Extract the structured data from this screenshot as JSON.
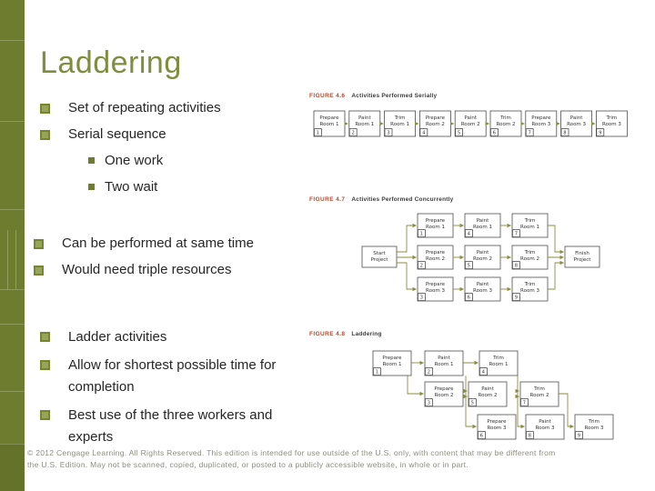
{
  "slide": {
    "title": "Laddering",
    "groups": [
      [
        {
          "level": 1,
          "text": "Set of repeating activities"
        },
        {
          "level": 1,
          "text": "Serial sequence"
        },
        {
          "level": 2,
          "text": "One work"
        },
        {
          "level": 2,
          "text": "Two wait"
        }
      ],
      [
        {
          "level": 1,
          "text": "Can be performed at same time"
        },
        {
          "level": 1,
          "text": "Would need triple resources"
        }
      ],
      [
        {
          "level": 1,
          "text": "Ladder activities"
        },
        {
          "level": 1,
          "text": "Allow for shortest possible time for completion"
        },
        {
          "level": 1,
          "text": "Best use of the three workers and experts"
        }
      ]
    ],
    "footer_line1": "© 2012 Cengage Learning. All Rights Reserved. This edition is intended for use outside of the U.S. only, with content that may be different from",
    "footer_line2": "the U.S. Edition. May not be scanned, copied, duplicated, or posted to a publicly accessible website, in whole or in part."
  },
  "figures": [
    {
      "label": "FIGURE 4.6",
      "caption": "Activities Performed Serially",
      "boxes": [
        {
          "line1": "Prepare",
          "line2": "Room 1",
          "num": "1"
        },
        {
          "line1": "Paint",
          "line2": "Room 1",
          "num": "2"
        },
        {
          "line1": "Trim",
          "line2": "Room 1",
          "num": "3"
        },
        {
          "line1": "Prepare",
          "line2": "Room 2",
          "num": "4"
        },
        {
          "line1": "Paint",
          "line2": "Room 2",
          "num": "5"
        },
        {
          "line1": "Trim",
          "line2": "Room 2",
          "num": "6"
        },
        {
          "line1": "Prepare",
          "line2": "Room 3",
          "num": "7"
        },
        {
          "line1": "Paint",
          "line2": "Room 3",
          "num": "8"
        },
        {
          "line1": "Trim",
          "line2": "Room 3",
          "num": "9"
        }
      ]
    },
    {
      "label": "FIGURE 4.7",
      "caption": "Activities Performed Concurrently",
      "start": {
        "line1": "Start",
        "line2": "Project"
      },
      "finish": {
        "line1": "Finish",
        "line2": "Project"
      },
      "rows": [
        [
          {
            "line1": "Prepare",
            "line2": "Room 1",
            "num": "1"
          },
          {
            "line1": "Paint",
            "line2": "Room 1",
            "num": "4"
          },
          {
            "line1": "Trim",
            "line2": "Room 1",
            "num": "7"
          }
        ],
        [
          {
            "line1": "Prepare",
            "line2": "Room 2",
            "num": "2"
          },
          {
            "line1": "Paint",
            "line2": "Room 2",
            "num": "5"
          },
          {
            "line1": "Trim",
            "line2": "Room 2",
            "num": "8"
          }
        ],
        [
          {
            "line1": "Prepare",
            "line2": "Room 3",
            "num": "3"
          },
          {
            "line1": "Paint",
            "line2": "Room 3",
            "num": "6"
          },
          {
            "line1": "Trim",
            "line2": "Room 3",
            "num": "9"
          }
        ]
      ]
    },
    {
      "label": "FIGURE 4.8",
      "caption": "Laddering",
      "rows": [
        [
          {
            "line1": "Prepare",
            "line2": "Room 1",
            "num": "1"
          },
          {
            "line1": "Paint",
            "line2": "Room 1",
            "num": "2"
          },
          {
            "line1": "Trim",
            "line2": "Room 1",
            "num": "4"
          }
        ],
        [
          {
            "line1": "Prepare",
            "line2": "Room 2",
            "num": "3"
          },
          {
            "line1": "Paint",
            "line2": "Room 2",
            "num": "5"
          },
          {
            "line1": "Trim",
            "line2": "Room 2",
            "num": "7"
          }
        ],
        [
          {
            "line1": "Prepare",
            "line2": "Room 3",
            "num": "6"
          },
          {
            "line1": "Paint",
            "line2": "Room 3",
            "num": "8"
          },
          {
            "line1": "Trim",
            "line2": "Room 3",
            "num": "9"
          }
        ]
      ]
    }
  ],
  "colors": {
    "accent_olive": "#6d7c2e",
    "title_olive": "#7e8e3e",
    "figure_label_red": "#b5472a",
    "arrow_olive": "#8a8f3e",
    "footer_gray": "#8d8d80"
  }
}
